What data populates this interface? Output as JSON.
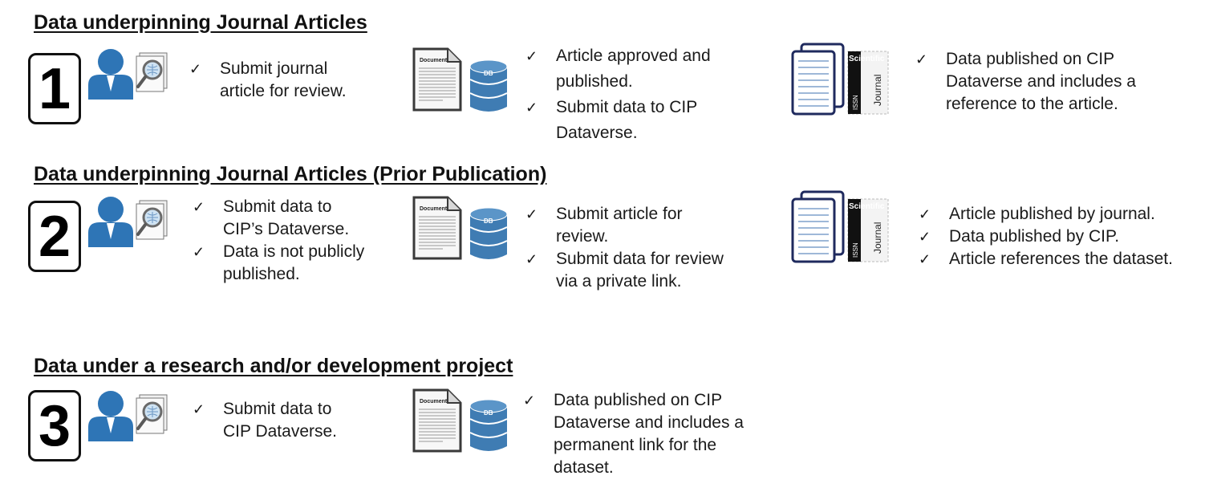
{
  "sections": [
    {
      "title": "Data underpinning Journal Articles",
      "number": "1",
      "step1": [
        "Submit journal article for review."
      ],
      "step2": [
        "Article approved and published.",
        "Submit data to CIP Dataverse."
      ],
      "step3": [
        "Data published on CIP Dataverse and includes a reference to the article."
      ]
    },
    {
      "title": "Data underpinning Journal Articles (Prior Publication)",
      "number": "2",
      "step1": [
        "Submit data to CIP’s Dataverse.",
        "Data is not publicly published."
      ],
      "step2": [
        "Submit article for review.",
        "Submit data for review via a private link."
      ],
      "step3": [
        "Article published by journal.",
        "Data published by CIP.",
        "Article references the dataset."
      ]
    },
    {
      "title": "Data under a research and/or development project",
      "number": "3",
      "step1": [
        "Submit data to CIP Dataverse."
      ],
      "step2": [
        "Data published on CIP Dataverse and includes a permanent link for the dataset."
      ]
    }
  ],
  "check_symbol": "✓",
  "icons": {
    "person": "person-icon",
    "magnifier": "magnifier-document-icon",
    "document": "document-icon",
    "database": "database-icon",
    "journal": "journal-icon",
    "document_label": "Document",
    "database_label": "DB",
    "journal_spine_top": "Scientific",
    "journal_spine_mid": "Journal",
    "journal_spine_bottom": "ISSN"
  },
  "colors": {
    "accent_blue": "#2e75b6",
    "db_blue": "#3f7cb3",
    "journal_navy": "#1f2a5e",
    "text": "#1a1a1a"
  }
}
